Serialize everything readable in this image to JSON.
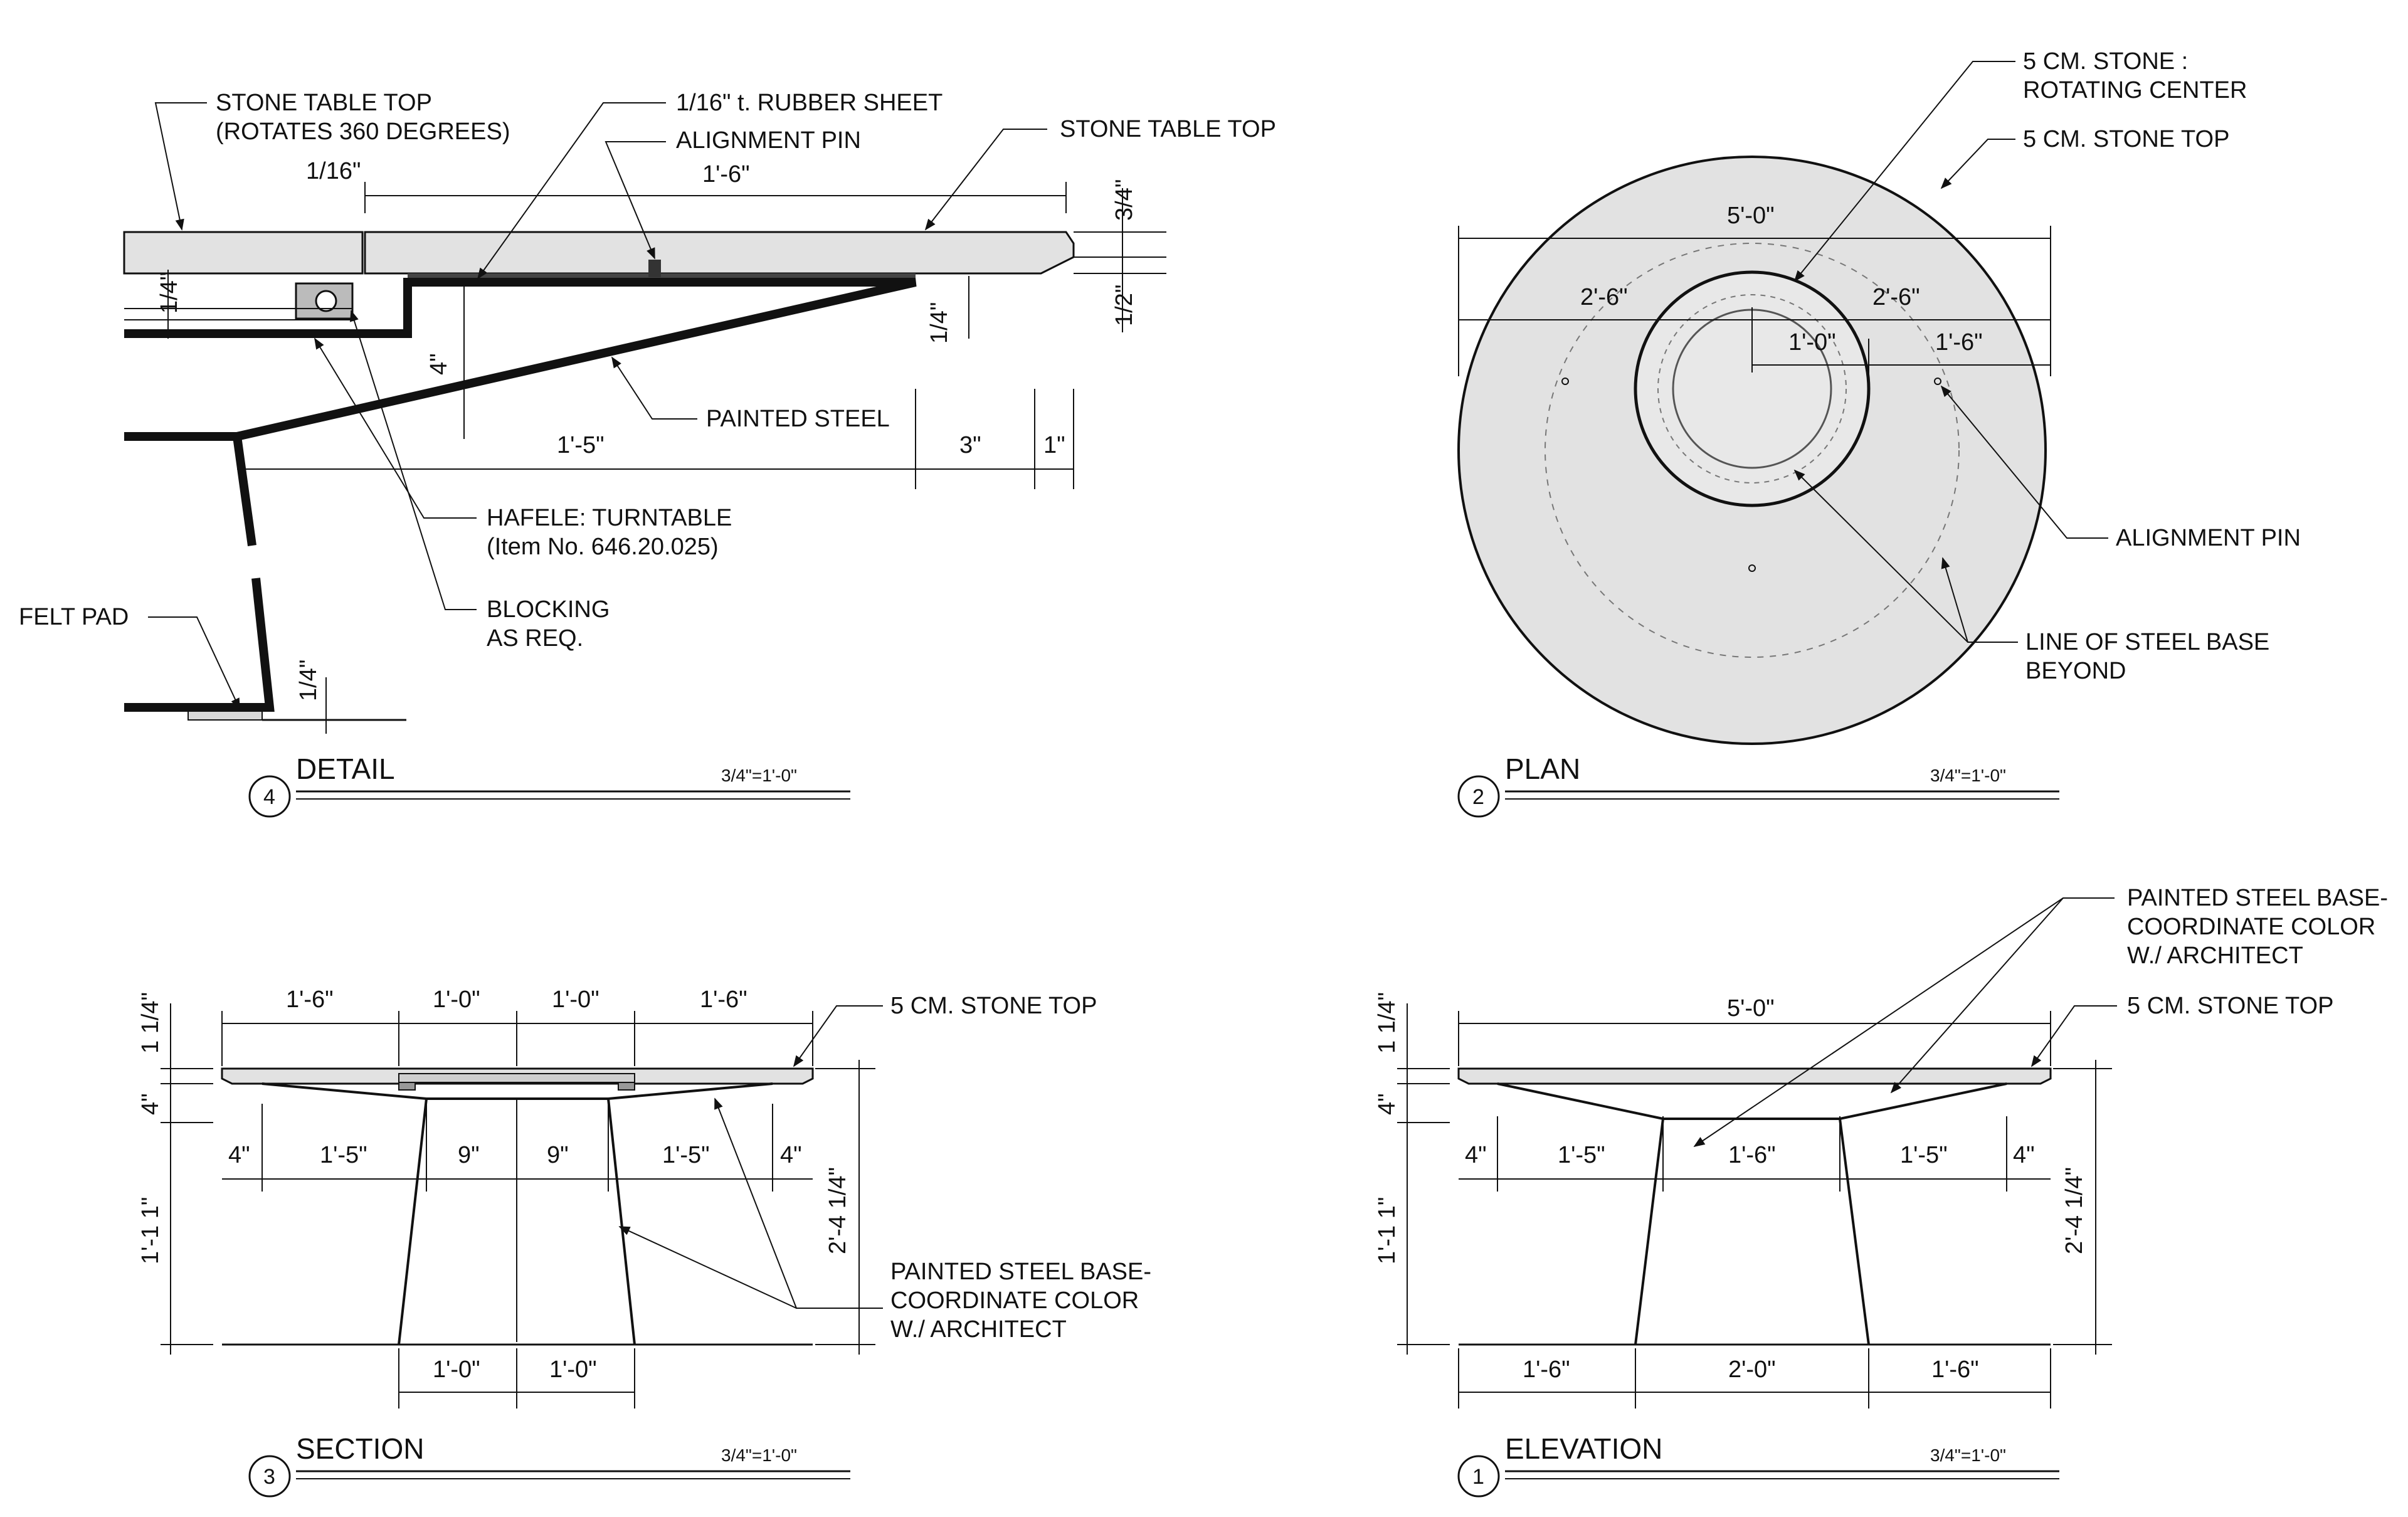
{
  "detail": {
    "labels": {
      "stone_top_rotates_1": "STONE TABLE TOP",
      "stone_top_rotates_2": "(ROTATES 360 DEGREES)",
      "rubber_sheet": "1/16\" t. RUBBER SHEET",
      "alignment_pin": "ALIGNMENT PIN",
      "stone_top": "STONE TABLE TOP",
      "painted_steel": "PAINTED STEEL",
      "hafele_1": "HAFELE:  TURNTABLE",
      "hafele_2": "(Item No. 646.20.025)",
      "blocking_1": "BLOCKING",
      "blocking_2": "AS REQ.",
      "felt_pad": "FELT PAD"
    },
    "dims": {
      "gap": "1/16\"",
      "top_len": "1'-6\"",
      "thk_top": "3/4\"",
      "thk_half": "1/2\"",
      "quarter_left": "1/4\"",
      "quarter_right": "1/4\"",
      "four": "4\"",
      "one_five": "1'-5\"",
      "three": "3\"",
      "one": "1\"",
      "quarter_bottom": "1/4\""
    },
    "title": {
      "number": "4",
      "name": "DETAIL",
      "scale": "3/4\"=1'-0\""
    }
  },
  "plan": {
    "labels": {
      "center_1": "5 CM. STONE :",
      "center_2": "ROTATING CENTER",
      "top": "5 CM. STONE TOP",
      "pin": "ALIGNMENT PIN",
      "base_1": "LINE OF STEEL BASE",
      "base_2": "BEYOND"
    },
    "dims": {
      "overall": "5'-0\"",
      "left": "2'-6\"",
      "right": "2'-6\"",
      "inner": "1'-0\"",
      "outer": "1'-6\""
    },
    "title": {
      "number": "2",
      "name": "PLAN",
      "scale": "3/4\"=1'-0\""
    }
  },
  "section": {
    "labels": {
      "top": "5 CM. STONE TOP",
      "base_1": "PAINTED STEEL BASE-",
      "base_2": "COORDINATE COLOR",
      "base_3": "W./ ARCHITECT"
    },
    "top_dims": [
      "1'-6\"",
      "1'-0\"",
      "1'-0\"",
      "1'-6\""
    ],
    "mid_dims": [
      "4\"",
      "1'-5\"",
      "9\"",
      "9\"",
      "1'-5\"",
      "4\""
    ],
    "bottom_dims": [
      "1'-0\"",
      "1'-0\""
    ],
    "left_dims": {
      "top": "1 1/4\"",
      "four": "4\"",
      "leg": "1'-1 1\""
    },
    "right_dim": "2'-4 1/4\"",
    "title": {
      "number": "3",
      "name": "SECTION",
      "scale": "3/4\"=1'-0\""
    }
  },
  "elevation": {
    "labels": {
      "base_1": "PAINTED STEEL BASE-",
      "base_2": "COORDINATE COLOR",
      "base_3": "W./ ARCHITECT",
      "top": "5 CM. STONE TOP"
    },
    "overall": "5'-0\"",
    "mid_dims": [
      "4\"",
      "1'-5\"",
      "1'-6\"",
      "1'-5\"",
      "4\""
    ],
    "bottom_dims": [
      "1'-6\"",
      "2'-0\"",
      "1'-6\""
    ],
    "left_dims": {
      "top": "1 1/4\"",
      "four": "4\"",
      "leg": "1'-1 1\""
    },
    "right_dim": "2'-4 1/4\"",
    "title": {
      "number": "1",
      "name": "ELEVATION",
      "scale": "3/4\"=1'-0\""
    }
  }
}
